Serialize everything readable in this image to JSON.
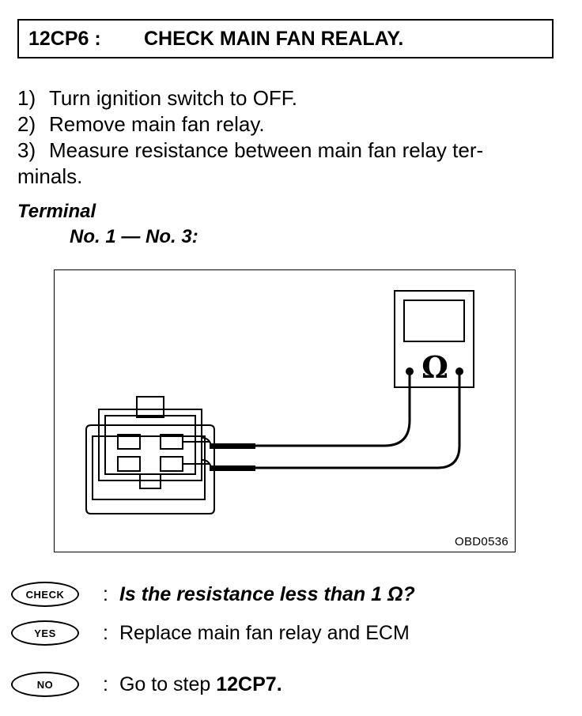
{
  "header": {
    "code": "12CP6 :",
    "title": "CHECK MAIN FAN REALAY."
  },
  "steps": [
    {
      "num": "1)",
      "text": "Turn ignition switch to OFF."
    },
    {
      "num": "2)",
      "text": "Remove main fan relay."
    },
    {
      "num": "3)",
      "text": "Measure resistance between main fan relay ter-",
      "cont": "minals."
    }
  ],
  "terminal": {
    "title": "Terminal",
    "pair": "No. 1 — No. 3:"
  },
  "figure": {
    "meter_symbol": "Ω",
    "id": "OBD0536"
  },
  "check": {
    "badge": "CHECK",
    "colon": ":",
    "question": "Is the resistance less than 1 Ω?"
  },
  "yes": {
    "badge": "YES",
    "colon": ":",
    "text": "Replace main fan relay and ECM"
  },
  "no": {
    "badge": "NO",
    "colon": ":",
    "text_prefix": "Go to step ",
    "text_bold": "12CP7."
  }
}
